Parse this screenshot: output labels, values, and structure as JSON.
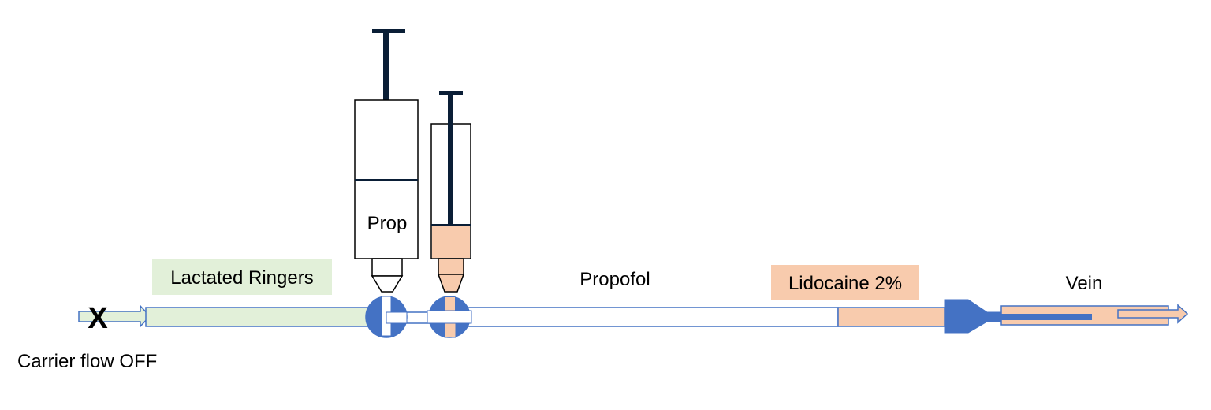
{
  "labels": {
    "lactated_ringers": "Lactated Ringers",
    "propofol": "Propofol",
    "lidocaine": "Lidocaine 2%",
    "vein": "Vein",
    "carrier_flow": "Carrier flow OFF",
    "syringe_prop": "Prop",
    "stop_mark": "X"
  },
  "colors": {
    "line_blue": "#4472C4",
    "valve_blue": "#4472C4",
    "ringers_fill": "#E2F0D9",
    "lidocaine_fill": "#F8CBAD",
    "plunger": "#0A1E36"
  }
}
